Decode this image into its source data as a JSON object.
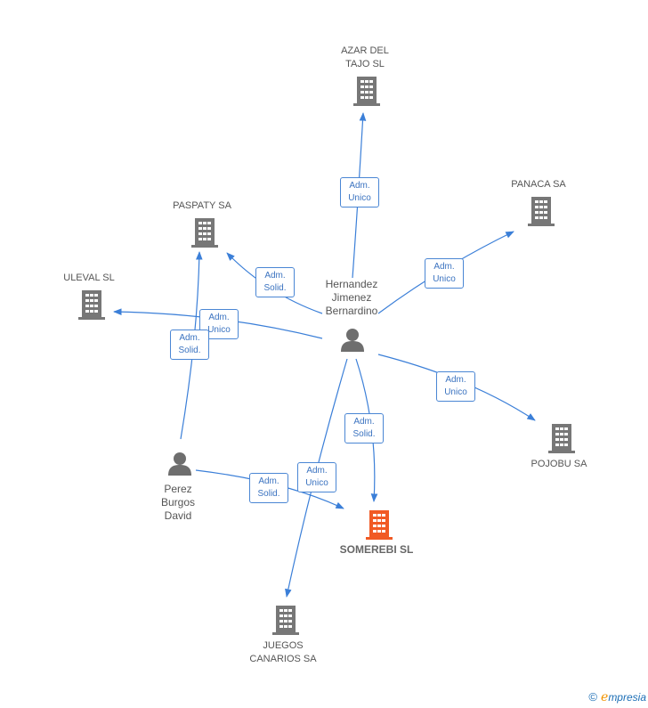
{
  "colors": {
    "edge": "#3b7fd8",
    "company": "#777777",
    "company_main": "#f15a24",
    "person": "#6e6e6e",
    "badge_border": "#4a86d4",
    "badge_text": "#3b73c0"
  },
  "companies": {
    "azar": {
      "label": "AZAR DEL\nTAJO SL",
      "icon": "building-icon"
    },
    "panaca": {
      "label": "PANACA SA",
      "icon": "building-icon"
    },
    "paspaty": {
      "label": "PASPATY SA",
      "icon": "building-icon"
    },
    "uleval": {
      "label": "ULEVAL SL",
      "icon": "building-icon"
    },
    "pojobu": {
      "label": "POJOBU SA",
      "icon": "building-icon"
    },
    "somerebi": {
      "label": "SOMEREBI SL",
      "icon": "building-icon"
    },
    "juegos": {
      "label": "JUEGOS\nCANARIOS SA",
      "icon": "building-icon"
    }
  },
  "people": {
    "hernandez": {
      "label": "Hernandez\nJimenez\nBernardino",
      "icon": "person-icon"
    },
    "perez": {
      "label": "Perez\nBurgos\nDavid",
      "icon": "person-icon"
    }
  },
  "edges": {
    "h_azar": "Adm.\nUnico",
    "h_panaca": "Adm.\nUnico",
    "h_paspaty": "Adm.\nSolid.",
    "h_uleval": "Adm.\nUnico",
    "h_pojobu": "Adm.\nUnico",
    "h_somerebi": "Adm.\nSolid.",
    "h_juegos": "Adm.\nUnico",
    "p_paspaty": "Adm.\nSolid.",
    "p_somerebi": "Adm.\nSolid."
  },
  "footer": {
    "copyright": "©",
    "brand_initial": "e",
    "brand_rest": "mpresia"
  }
}
